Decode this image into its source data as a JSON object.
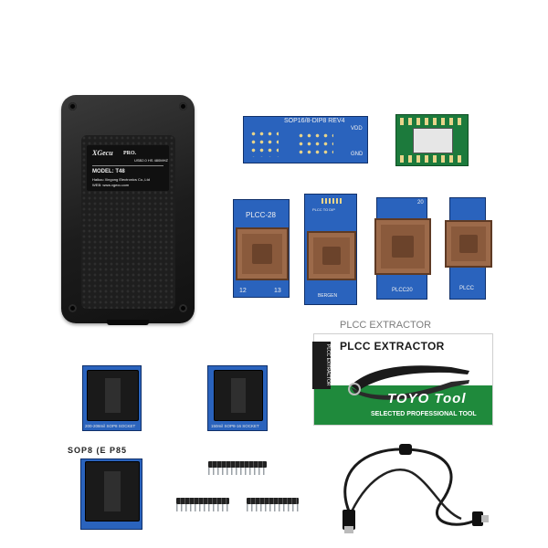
{
  "device": {
    "brand": "XGecu",
    "pro": "PRO.",
    "usb": "USB2.0 HS 480MHZ",
    "model": "MODEL: T48",
    "maker": "Haikou Xingong Electronics Co.,Ltd",
    "web": "WEB: www.xgecu.com"
  },
  "adapters": {
    "sop_dip": {
      "title": "SOP16/8-DIP8 REV4",
      "vdd": "VDD",
      "gnd": "GND"
    },
    "plcc28": {
      "name": "PLCC-28",
      "pin_left": "12",
      "pin_right": "13"
    },
    "plcc_center": {
      "label": "PLCC TO DIP",
      "bottom": "BERGEN"
    },
    "plcc_right": {
      "num": "20",
      "code": "PLCC20"
    },
    "plcc_far": {
      "code": "PLCC"
    }
  },
  "socket_boards": {
    "sop8_200": "200-208mil SOP8 SOCKET",
    "sop8_150": "150mil SOP8-16 SOCKET",
    "ghost_label": "SOP8 (E P85"
  },
  "extractor": {
    "ghost_title": "PLCC EXTRACTOR",
    "title": "PLCC EXTRACTOR",
    "brand": "TOYO Tool",
    "slogan": "SELECTED PROFESSIONAL TOOL",
    "side": "PLCC EXTRACTOR"
  },
  "colors": {
    "pcb_blue": "#1d4fa0",
    "pcb_green": "#1c7a3c",
    "socket_brown": "#8a5a3c",
    "device_black": "#1c1c1c",
    "card_green": "#1f8a3c"
  }
}
